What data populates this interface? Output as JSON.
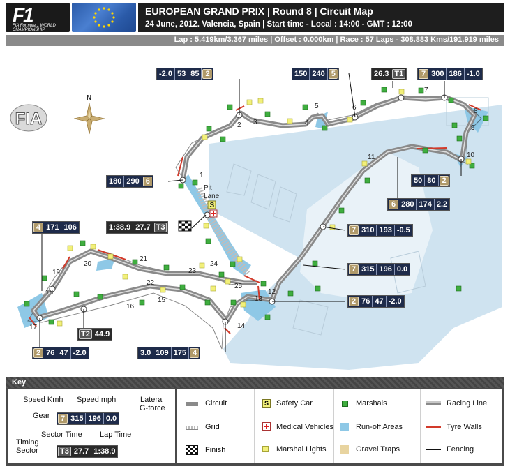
{
  "header": {
    "logo_f1": "F1",
    "logo_f1_sub": "FIA Formula 1 WORLD CHAMPIONSHIP",
    "title": "EUROPEAN GRAND PRIX  |  Round 8  |  Circuit Map",
    "subtitle": "24 June, 2012. Valencia, Spain | Start time - Local : 14:00 - GMT : 12:00",
    "info": "Lap : 5.419km/3.367 miles | Offset : 0.000km | Race : 57 Laps - 308.883 Kms/191.919 miles"
  },
  "map": {
    "fia_logo": "FIA",
    "compass": "N",
    "pit_lane": [
      "Pit",
      "Lane"
    ],
    "safety_car_marker": "S",
    "turn_numbers": [
      "1",
      "2",
      "3",
      "4",
      "5",
      "6",
      "7",
      "8",
      "9",
      "10",
      "11",
      "12",
      "13",
      "14",
      "15",
      "16",
      "17",
      "18",
      "19",
      "20",
      "21",
      "22",
      "23",
      "24",
      "25"
    ],
    "speed_boxes": [
      {
        "gforce": "-2.0",
        "mph": "53",
        "kmh": "85",
        "gear": "2"
      },
      {
        "kmh": "150",
        "mph": "240",
        "gear": "5"
      },
      {
        "kmh": "180",
        "mph": "290",
        "gear": "6"
      },
      {
        "gear": "7",
        "kmh": "300",
        "mph": "186",
        "gforce": "-1.0"
      },
      {
        "kmh": "50",
        "mph": "80",
        "gear": "2"
      },
      {
        "gear": "6",
        "kmh": "280",
        "mph": "174",
        "gforce": "2.2"
      },
      {
        "gear": "4",
        "kmh": "171",
        "mph": "106"
      },
      {
        "gear": "7",
        "kmh": "310",
        "mph": "193",
        "gforce": "-0.5"
      },
      {
        "gear": "7",
        "kmh": "315",
        "mph": "196",
        "gforce": "0.0"
      },
      {
        "gear": "2",
        "kmh": "76",
        "mph": "47",
        "gforce": "-2.0"
      },
      {
        "gear": "2",
        "kmh": "76",
        "mph": "47",
        "gforce": "-2.0"
      },
      {
        "gforce": "3.0",
        "kmh": "109",
        "mph": "175",
        "gear": "4"
      }
    ],
    "timing_boxes": [
      {
        "sector": "T1",
        "time": "26.3"
      },
      {
        "lap": "1:38.9",
        "time": "27.7",
        "sector": "T3"
      },
      {
        "sector": "T2",
        "time": "44.9"
      }
    ]
  },
  "key": {
    "title": "Key",
    "example": {
      "speed_kmh_label": "Speed Kmh",
      "speed_mph_label": "Speed mph",
      "lateral_label": "Lateral",
      "gforce_label": "G-force",
      "gear_label": "Gear",
      "gear": "7",
      "kmh": "315",
      "mph": "196",
      "gforce": "0.0",
      "timing_label": "Timing",
      "sector_label": "Sector",
      "sector_time_label": "Sector Time",
      "lap_time_label": "Lap Time",
      "sector": "T3",
      "sector_time": "27.7",
      "lap_time": "1:38.9"
    },
    "legend": {
      "circuit": "Circuit",
      "grid": "Grid",
      "finish": "Finish",
      "safety_car": "Safety Car",
      "safety_car_symbol": "S",
      "medical": "Medical Vehicles",
      "marshal_lights": "Marshal Lights",
      "marshals": "Marshals",
      "runoff": "Run-off Areas",
      "gravel": "Gravel Traps",
      "racing_line": "Racing Line",
      "tyre_walls": "Tyre Walls",
      "fencing": "Fencing"
    },
    "colors": {
      "circuit": "#8a8a8a",
      "marshal": "#3fae3f",
      "marshal_light": "#f2f07a",
      "runoff": "#8ec8e6",
      "gravel": "#e8d4a0",
      "tyre_wall": "#d23a2a",
      "water": "#cfe3f0"
    }
  }
}
